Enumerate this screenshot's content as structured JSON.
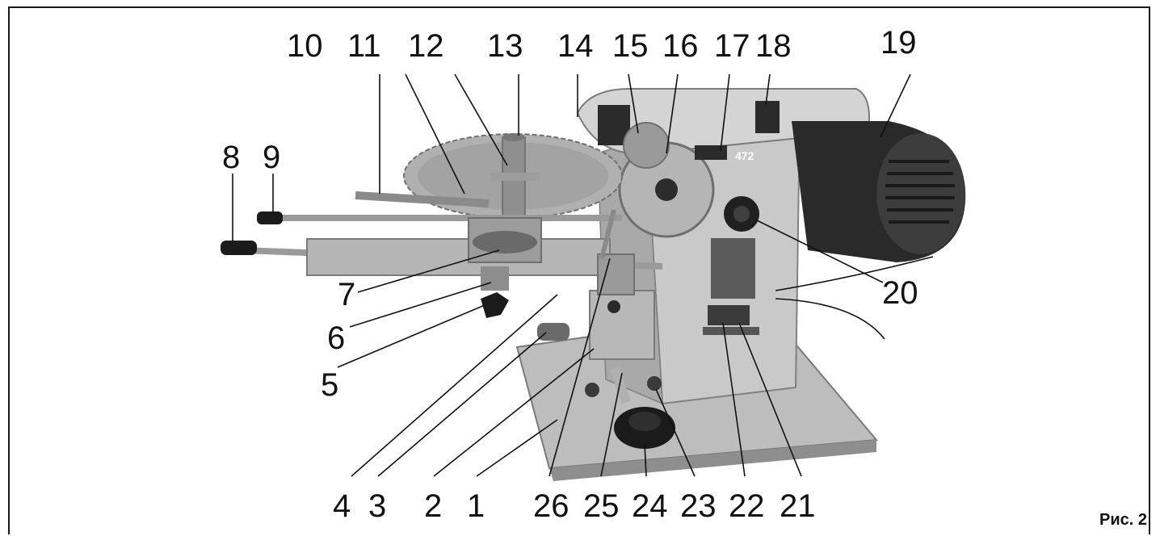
{
  "figure": {
    "caption": "Рис. 2"
  },
  "callouts": {
    "c1": "1",
    "c2": "2",
    "c3": "3",
    "c4": "4",
    "c5": "5",
    "c6": "6",
    "c7": "7",
    "c8": "8",
    "c9": "9",
    "c10": "10",
    "c11": "11",
    "c12": "12",
    "c13": "13",
    "c14": "14",
    "c15": "15",
    "c16": "16",
    "c17": "17",
    "c18": "18",
    "c19": "19",
    "c20": "20",
    "c21": "21",
    "c22": "22",
    "c23": "23",
    "c24": "24",
    "c25": "25",
    "c26": "26"
  },
  "device": {
    "model_badge": "472"
  },
  "colors": {
    "machine_body": "#c9c9c9",
    "machine_shadow": "#8e8e8e",
    "motor": "#2a2a2a",
    "handle": "#1b1b1b",
    "metal": "#a7a7a7",
    "base": "#bdbdbd"
  }
}
